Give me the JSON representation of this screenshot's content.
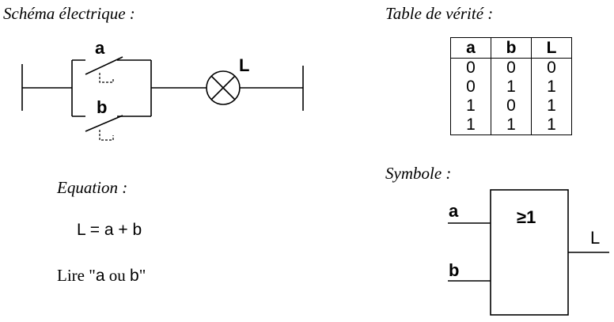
{
  "headings": {
    "schema": "Schéma électrique :",
    "table": "Table de vérité :",
    "equation": "Equation :",
    "symbol": "Symbole :"
  },
  "schema": {
    "switch_a": "a",
    "switch_b": "b",
    "lamp": "L"
  },
  "equation": {
    "formula": "L = a + b",
    "read_prefix": "Lire \"",
    "read_expr": "a",
    "read_word": " ou ",
    "read_expr2": "b",
    "read_suffix": "\""
  },
  "truth_table": {
    "headers": [
      "a",
      "b",
      "L"
    ],
    "rows": [
      [
        "0",
        "0",
        "0"
      ],
      [
        "0",
        "1",
        "1"
      ],
      [
        "1",
        "0",
        "1"
      ],
      [
        "1",
        "1",
        "1"
      ]
    ]
  },
  "symbol": {
    "input_a": "a",
    "input_b": "b",
    "gate": "≥1",
    "output": "L"
  }
}
